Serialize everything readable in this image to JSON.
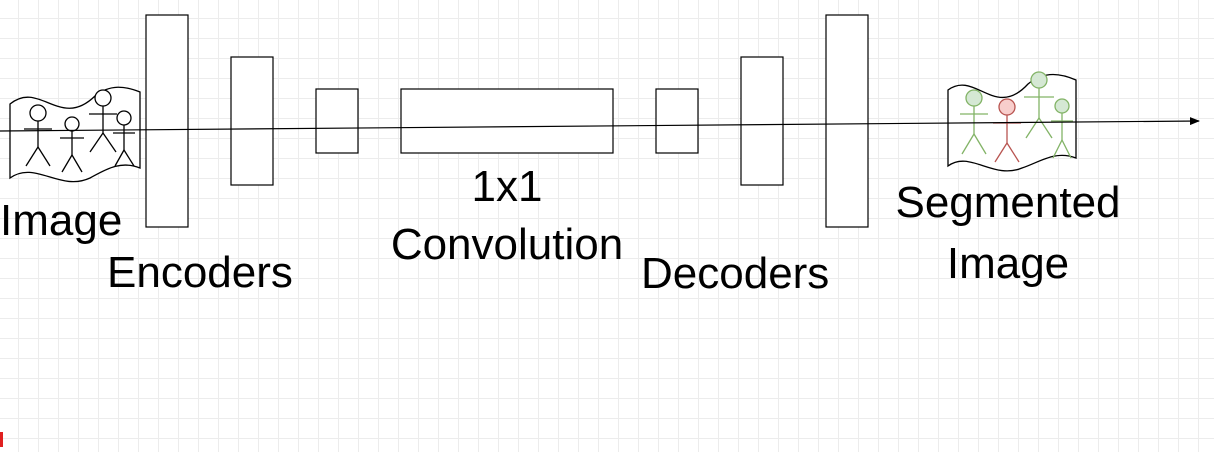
{
  "labels": {
    "input": "Image",
    "encoders": "Encoders",
    "conv_line1": "1x1",
    "conv_line2": "Convolution",
    "decoders": "Decoders",
    "output_line1": "Segmented",
    "output_line2": "Image"
  },
  "colors": {
    "stroke": "#000000",
    "grid": "#ececec",
    "figure_green": "#82b366",
    "figure_green_fill": "#d5e8d4",
    "figure_red": "#b85450",
    "figure_red_fill": "#f8cecc"
  }
}
